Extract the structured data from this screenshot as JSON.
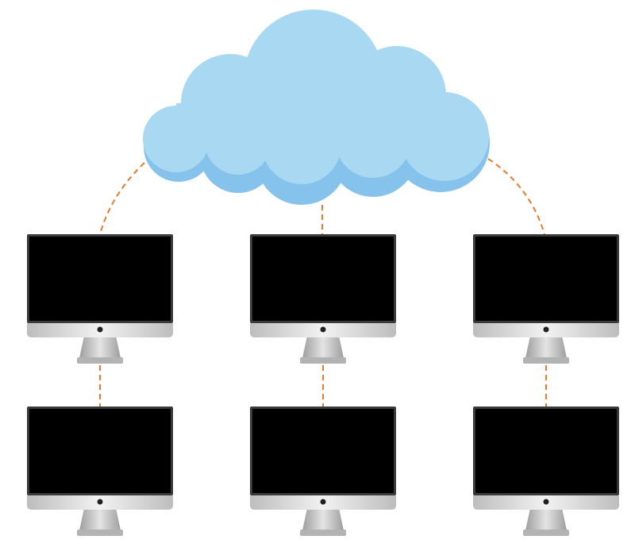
{
  "diagram": {
    "type": "cloud-network",
    "nodes": [
      {
        "id": "cloud",
        "kind": "cloud"
      },
      {
        "id": "computer-1",
        "kind": "desktop-monitor",
        "row": 1,
        "column": 1
      },
      {
        "id": "computer-2",
        "kind": "desktop-monitor",
        "row": 1,
        "column": 2
      },
      {
        "id": "computer-3",
        "kind": "desktop-monitor",
        "row": 1,
        "column": 3
      },
      {
        "id": "computer-4",
        "kind": "desktop-monitor",
        "row": 2,
        "column": 1
      },
      {
        "id": "computer-5",
        "kind": "desktop-monitor",
        "row": 2,
        "column": 2
      },
      {
        "id": "computer-6",
        "kind": "desktop-monitor",
        "row": 2,
        "column": 3
      }
    ],
    "connections": [
      {
        "from": "cloud",
        "to": "computer-1",
        "style": "dashed"
      },
      {
        "from": "cloud",
        "to": "computer-2",
        "style": "dashed"
      },
      {
        "from": "cloud",
        "to": "computer-3",
        "style": "dashed"
      },
      {
        "from": "computer-1",
        "to": "computer-4",
        "style": "dashed"
      },
      {
        "from": "computer-2",
        "to": "computer-5",
        "style": "dashed"
      },
      {
        "from": "computer-3",
        "to": "computer-6",
        "style": "dashed"
      }
    ]
  },
  "colors": {
    "cloud_main": "#a8d8f2",
    "cloud_shadow": "#86c3ec",
    "connection": "#e87a30",
    "screen": "#000000",
    "bezel": "#3a3a3a",
    "chin": "#dedede",
    "stand": "#c9c9c9",
    "stand_base": "#b3b3b3",
    "camera_dot": "#222222"
  }
}
